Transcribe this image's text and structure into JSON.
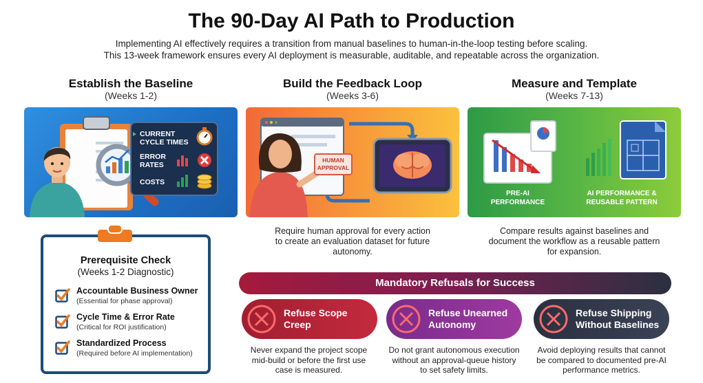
{
  "header": {
    "title": "The 90-Day AI Path to Production",
    "subtitle_line1": "Implementing AI effectively requires a transition from manual baselines to human-in-the-loop testing before scaling.",
    "subtitle_line2": "This 13-week framework ensures every AI deployment is measurable, auditable, and repeatable across the organization."
  },
  "phases": [
    {
      "title": "Establish the Baseline",
      "weeks": "(Weeks 1-2)",
      "metrics": {
        "current_cycle_line1": "CURRENT",
        "current_cycle_line2": "CYCLE TIMES",
        "error_line1": "ERROR",
        "error_line2": "RATES",
        "costs": "COSTS"
      }
    },
    {
      "title": "Build the Feedback Loop",
      "weeks": "(Weeks 3-6)",
      "button_line1": "HUMAN",
      "button_line2": "APPROVAL",
      "description_line1": "Require human approval for every action",
      "description_line2": "to create an evaluation dataset for future",
      "description_line3": "autonomy."
    },
    {
      "title": "Measure and Template",
      "weeks": "(Weeks 7-13)",
      "left_label_line1": "PRE-AI",
      "left_label_line2": "PERFORMANCE",
      "right_label_line1": "AI PERFORMANCE &",
      "right_label_line2": "REUSABLE PATTERN",
      "description_line1": "Compare results against baselines and",
      "description_line2": "document the workflow as a reusable pattern",
      "description_line3": "for expansion."
    }
  ],
  "prerequisite": {
    "title": "Prerequisite Check",
    "subtitle": "(Weeks 1-2 Diagnostic)",
    "items": [
      {
        "label": "Accountable Business Owner",
        "note": "(Essential for phase approval)"
      },
      {
        "label": "Cycle Time & Error Rate",
        "note": "(Critical for ROI justification)"
      },
      {
        "label": "Standardized Process",
        "note": "(Required before AI implementation)"
      }
    ]
  },
  "refusals": {
    "banner": "Mandatory Refusals for Success",
    "items": [
      {
        "label_line1": "Refuse Scope",
        "label_line2": "Creep",
        "desc_line1": "Never expand the project scope",
        "desc_line2": "mid-build or before the first use",
        "desc_line3": "case is measured."
      },
      {
        "label_line1": "Refuse Unearned",
        "label_line2": "Autonomy",
        "desc_line1": "Do not grant autonomous execution",
        "desc_line2": "without an approval-queue history",
        "desc_line3": "to set safety limits."
      },
      {
        "label_line1": "Refuse Shipping",
        "label_line2": "Without Baselines",
        "desc_line1": "Avoid deploying results that cannot",
        "desc_line2": "be compared to documented pre-AI",
        "desc_line3": "performance metrics."
      }
    ]
  },
  "colors": {
    "baseline_panel": "#2f8fe0",
    "feedback_panel": "#f7923a",
    "measure_panel": "#57b545",
    "refusal_red": "#a01e30",
    "refusal_purple": "#7a2b8c",
    "refusal_dark": "#2a3040",
    "check_orange": "#f07a20",
    "board_border": "#1c4b7a"
  },
  "icons": [
    "clipboard-icon",
    "person-icon",
    "magnifier-icon",
    "stopwatch-icon",
    "close-icon",
    "coins-icon",
    "brain-icon",
    "tablet-icon",
    "cycle-arrow-icon",
    "chart-down-icon",
    "chart-up-icon",
    "blueprint-icon",
    "checkbox-icon",
    "prohibited-icon"
  ]
}
